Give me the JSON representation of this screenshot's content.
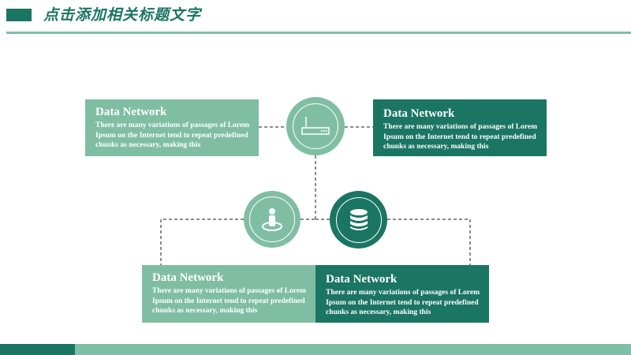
{
  "header": {
    "title": "点击添加相关标题文字"
  },
  "colors": {
    "dark_green": "#1b7563",
    "light_green": "#80bea4",
    "connector": "#666666"
  },
  "nodes": [
    {
      "title": "Data Network",
      "text": "There are many variations of passages of Lorem Ipsum on the Internet tend to repeat predefined chunks as necessary, making this"
    },
    {
      "title": "Data Network",
      "text": "There are many variations of passages of Lorem Ipsum on the Internet tend to repeat predefined chunks as necessary, making this"
    },
    {
      "title": "Data Network",
      "text": "There are many variations of passages of Lorem Ipsum on the Internet tend to repeat predefined chunks as necessary, making this"
    },
    {
      "title": "Data Network",
      "text": "There are many variations of passages of Lorem Ipsum on the Internet tend to repeat predefined chunks as necessary, making this"
    }
  ],
  "icons": {
    "top": "router-icon",
    "bottom_left": "user-location-icon",
    "bottom_right": "database-icon"
  }
}
